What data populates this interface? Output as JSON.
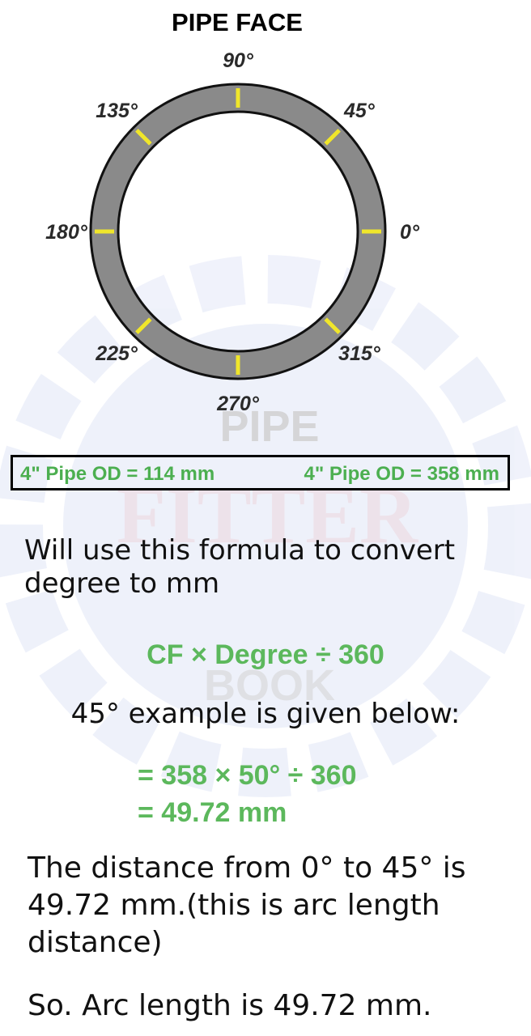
{
  "diagram": {
    "title": "PIPE FACE",
    "angle_labels": [
      "0°",
      "45°",
      "90°",
      "135°",
      "180°",
      "225°",
      "270°",
      "315°"
    ],
    "ring_color": "#8a8a8a",
    "tick_color": "#f0e62a"
  },
  "od_box": {
    "left": "4\" Pipe OD = 114 mm",
    "right": "4\" Pipe OD = 358 mm"
  },
  "text": {
    "intro": "Will use this formula to convert degree to mm",
    "formula": "CF × Degree ÷ 360",
    "example_heading": "45° example is given below:",
    "calc_line1": "= 358 × 50° ÷ 360",
    "calc_line2": "= 49.72 mm",
    "distance": "The distance from 0° to 45° is 49.72 mm.(this is arc length distance)",
    "conclusion": "So. Arc length is 49.72 mm."
  },
  "watermark": {
    "line1": "PIPE",
    "line2": "FITTER",
    "line3": "BOOK"
  },
  "colors": {
    "accent_green": "#5cb85c",
    "text": "#111111"
  }
}
